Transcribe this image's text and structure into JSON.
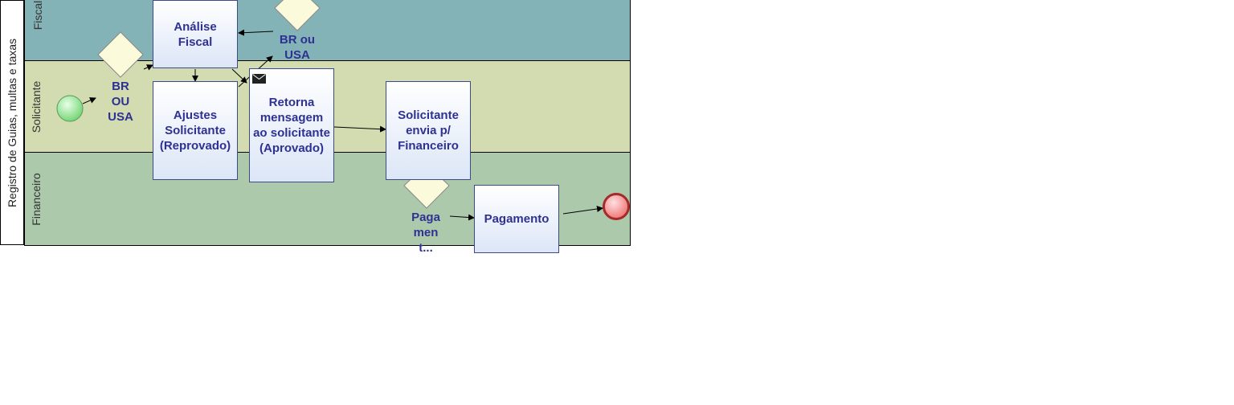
{
  "pool": {
    "label": "Registro de Guias, multas e taxas"
  },
  "lanes": [
    {
      "label": "Fiscal",
      "color": "#84b3b7"
    },
    {
      "label": "Solicitante",
      "color": "#d3dbb0"
    },
    {
      "label": "Financeiro",
      "color": "#adc9ac"
    }
  ],
  "tasks": {
    "analise_fiscal": "Análise Fiscal",
    "ajustes_solicitante": "Ajustes Solicitante (Reprovado)",
    "retorna_mensagem": "Retorna mensagem ao solicitante (Aprovado)",
    "solicitante_envia": "Solicitante envia p/ Financeiro",
    "pagamento": "Pagamento"
  },
  "gateways": {
    "br_ou_usa_1": "BR OU USA",
    "br_ou_usa_2": "BR ou USA",
    "pagamento_gw": "Paga men t..."
  },
  "colors": {
    "task_text": "#2e3192",
    "start_event": "#7ddc7d",
    "end_event": "#f08080"
  }
}
